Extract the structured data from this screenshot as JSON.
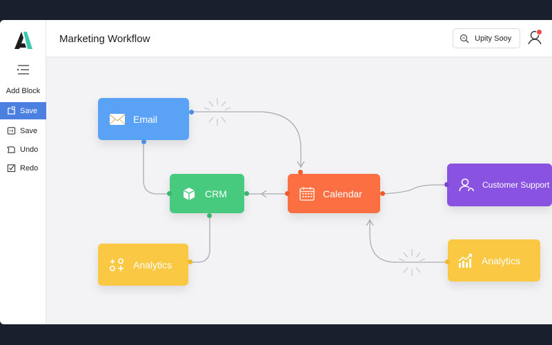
{
  "app": {
    "title": "Marketing Workflow"
  },
  "sidebar": {
    "add_block_label": "Add Block",
    "items": [
      {
        "label": "Save",
        "icon": "save-export-icon",
        "active": true
      },
      {
        "label": "Save",
        "icon": "save-icon",
        "active": false
      },
      {
        "label": "Undo",
        "icon": "undo-icon",
        "active": false
      },
      {
        "label": "Redo",
        "icon": "redo-check-icon",
        "active": false
      }
    ]
  },
  "header": {
    "search_label": "Upity Sooy",
    "search_icon": "search-icon",
    "user_icon": "user-icon",
    "notification_dot": true
  },
  "nodes": [
    {
      "id": "email",
      "label": "Email",
      "icon": "envelope-icon",
      "color": "#5aa2f5"
    },
    {
      "id": "crm",
      "label": "CRM",
      "icon": "box-icon",
      "color": "#47c97e"
    },
    {
      "id": "calendar",
      "label": "Calendar",
      "icon": "calendar-icon",
      "color": "#fb6f42"
    },
    {
      "id": "support",
      "label": "Customer Support",
      "icon": "user-support-icon",
      "color": "#8a52e0"
    },
    {
      "id": "analytics1",
      "label": "Analytics",
      "icon": "flow-nodes-icon",
      "color": "#fbc843"
    },
    {
      "id": "analytics2",
      "label": "Analytics",
      "icon": "bar-chart-icon",
      "color": "#fbc843"
    }
  ],
  "edges": [
    {
      "from": "email",
      "to": "calendar"
    },
    {
      "from": "email",
      "to": "crm"
    },
    {
      "from": "calendar",
      "to": "crm"
    },
    {
      "from": "calendar",
      "to": "support"
    },
    {
      "from": "crm",
      "to": "analytics1"
    },
    {
      "from": "analytics2",
      "to": "calendar"
    }
  ],
  "colors": {
    "accent": "#4b7fe0",
    "background": "#f3f3f5",
    "frame": "#1a1f2e",
    "badge": "#ef4a4a"
  }
}
